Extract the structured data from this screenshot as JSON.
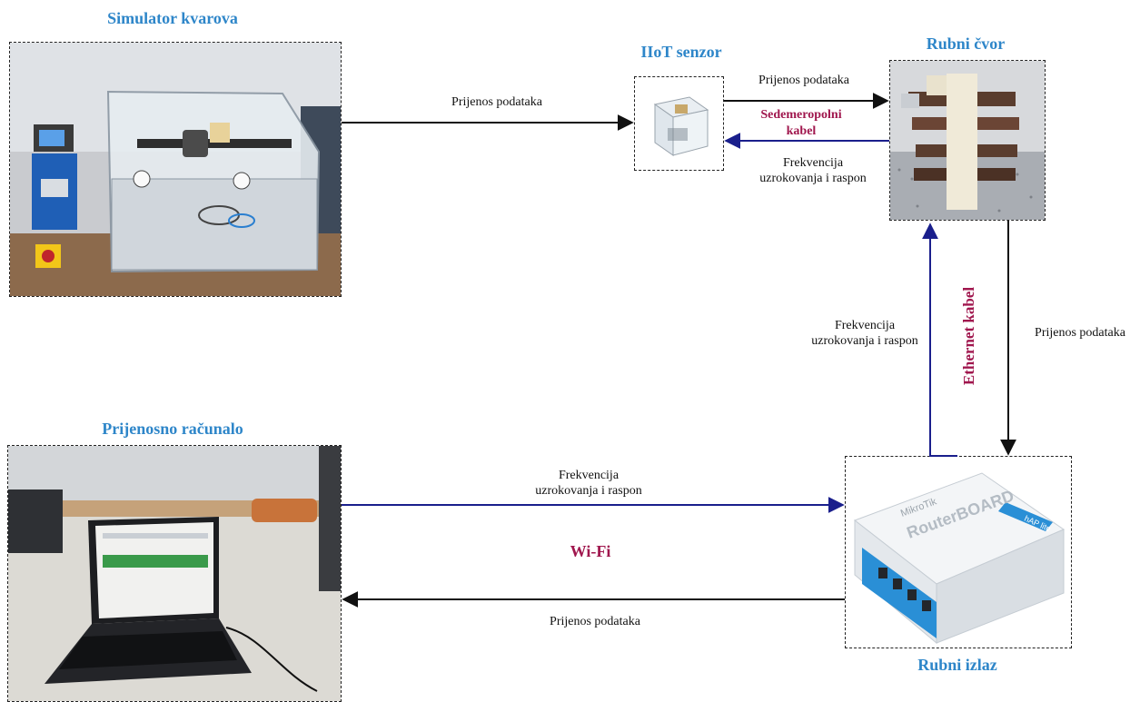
{
  "nodes": {
    "simulator": {
      "title": "Simulator kvarova"
    },
    "sensor": {
      "title": "IIoT senzor"
    },
    "edge_node": {
      "title": "Rubni čvor"
    },
    "laptop": {
      "title": "Prijenosno računalo"
    },
    "edge_gateway": {
      "title": "Rubni izlaz",
      "router_brand": "MikroTik",
      "router_model": "RouterBOARD",
      "router_badge": "hAP lite"
    }
  },
  "edges": {
    "sim_to_sensor": "Prijenos podataka",
    "sensor_to_node": "Prijenos podataka",
    "node_to_sensor": [
      "Frekvencija",
      "uzrokovanja i raspon"
    ],
    "node_to_gateway": "Prijenos podataka",
    "gateway_to_node": [
      "Frekvencija",
      "uzrokovanja i raspon"
    ],
    "laptop_to_gateway": [
      "Frekvencija",
      "uzrokovanja i raspon"
    ],
    "gateway_to_laptop": "Prijenos podataka"
  },
  "links": {
    "sensor_cable": [
      "Sedemeropolni",
      "kabel"
    ],
    "ethernet": "Ethernet kabel",
    "wifi": "Wi-Fi"
  },
  "colors": {
    "title": "#2e86c9",
    "link": "#a0174e",
    "data_arrow": "#111111",
    "control_arrow": "#1a1f8c"
  }
}
